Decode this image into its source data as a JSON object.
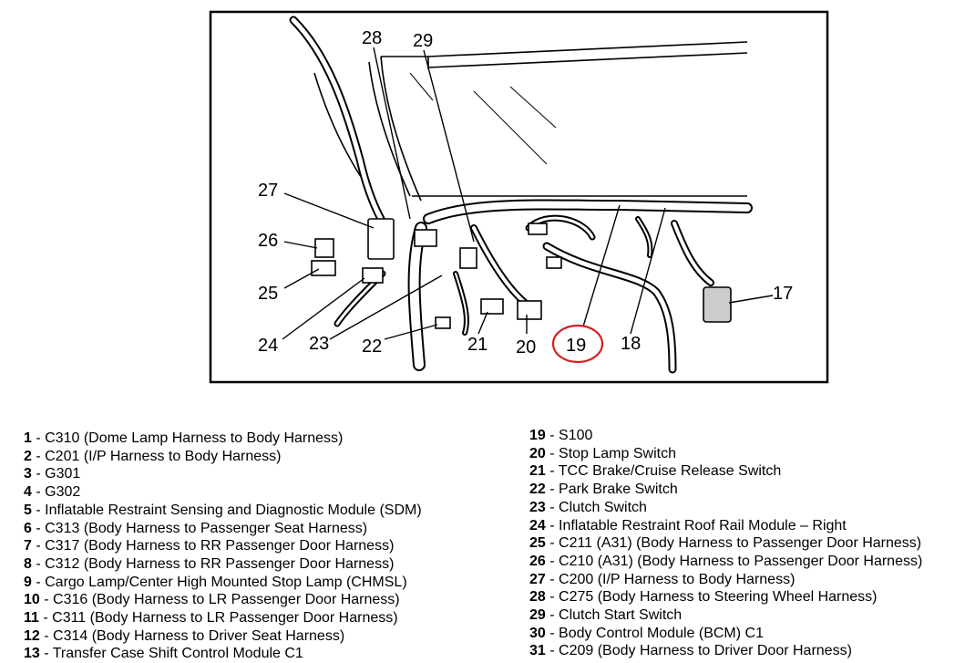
{
  "callouts": {
    "c17": "17",
    "c18": "18",
    "c19": "19",
    "c20": "20",
    "c21": "21",
    "c22": "22",
    "c23": "23",
    "c24": "24",
    "c25": "25",
    "c26": "26",
    "c27": "27",
    "c28": "28",
    "c29": "29"
  },
  "highlight_color": "#d42020",
  "legend_left": [
    {
      "num": "1",
      "text": "C310 (Dome Lamp Harness to Body Harness)"
    },
    {
      "num": "2",
      "text": "C201 (I/P Harness to Body Harness)"
    },
    {
      "num": "3",
      "text": "G301"
    },
    {
      "num": "4",
      "text": "G302"
    },
    {
      "num": "5",
      "text": "Inflatable Restraint Sensing and Diagnostic Module (SDM)"
    },
    {
      "num": "6",
      "text": "C313 (Body Harness to Passenger Seat Harness)"
    },
    {
      "num": "7",
      "text": "C317 (Body Harness to RR Passenger Door Harness)"
    },
    {
      "num": "8",
      "text": "C312 (Body Harness to RR Passenger Door Harness)"
    },
    {
      "num": "9",
      "text": "Cargo Lamp/Center High Mounted Stop Lamp (CHMSL)"
    },
    {
      "num": "10",
      "text": "C316 (Body Harness to LR Passenger Door Harness)"
    },
    {
      "num": "11",
      "text": "C311 (Body Harness to LR Passenger Door Harness)"
    },
    {
      "num": "12",
      "text": "C314 (Body Harness to Driver Seat Harness)"
    },
    {
      "num": "13",
      "text": "Transfer Case Shift Control Module C1"
    }
  ],
  "legend_right": [
    {
      "num": "19",
      "text": "S100"
    },
    {
      "num": "20",
      "text": "Stop Lamp Switch"
    },
    {
      "num": "21",
      "text": "TCC Brake/Cruise Release Switch"
    },
    {
      "num": "22",
      "text": "Park Brake Switch"
    },
    {
      "num": "23",
      "text": "Clutch Switch"
    },
    {
      "num": "24",
      "text": "Inflatable Restraint Roof Rail Module – Right"
    },
    {
      "num": "25",
      "text": "C211 (A31) (Body Harness to Passenger Door Harness)"
    },
    {
      "num": "26",
      "text": "C210 (A31) (Body Harness to Passenger Door Harness)"
    },
    {
      "num": "27",
      "text": "C200 (I/P Harness to Body Harness)"
    },
    {
      "num": "28",
      "text": "C275 (Body Harness to Steering Wheel Harness)"
    },
    {
      "num": "29",
      "text": "Clutch Start Switch"
    },
    {
      "num": "30",
      "text": "Body Control Module (BCM) C1"
    },
    {
      "num": "31",
      "text": "C209 (Body Harness to Driver Door Harness)"
    }
  ]
}
